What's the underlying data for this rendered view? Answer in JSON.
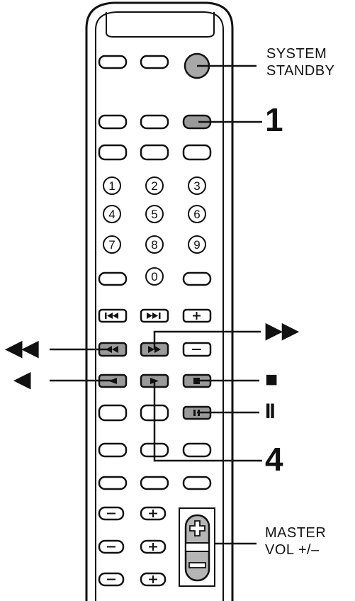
{
  "callouts": {
    "system_standby": [
      "SYSTEM",
      "STANDBY"
    ],
    "step_1": "1",
    "step_4": "4",
    "master_vol": [
      "MASTER",
      "VOL +/–"
    ],
    "fast_forward_symbol": "▶▶",
    "rewind_symbol": "◀◀",
    "play_reverse_symbol": "◀",
    "stop_symbol": "■",
    "pause_symbol": "II"
  },
  "keypad": [
    "1",
    "2",
    "3",
    "4",
    "5",
    "6",
    "7",
    "8",
    "9",
    "0"
  ],
  "volume_labels": {
    "plus": "+",
    "minus": "−"
  },
  "colors": {
    "line": "#111111",
    "highlight": "#9a9a9a",
    "body": "#ffffff"
  }
}
